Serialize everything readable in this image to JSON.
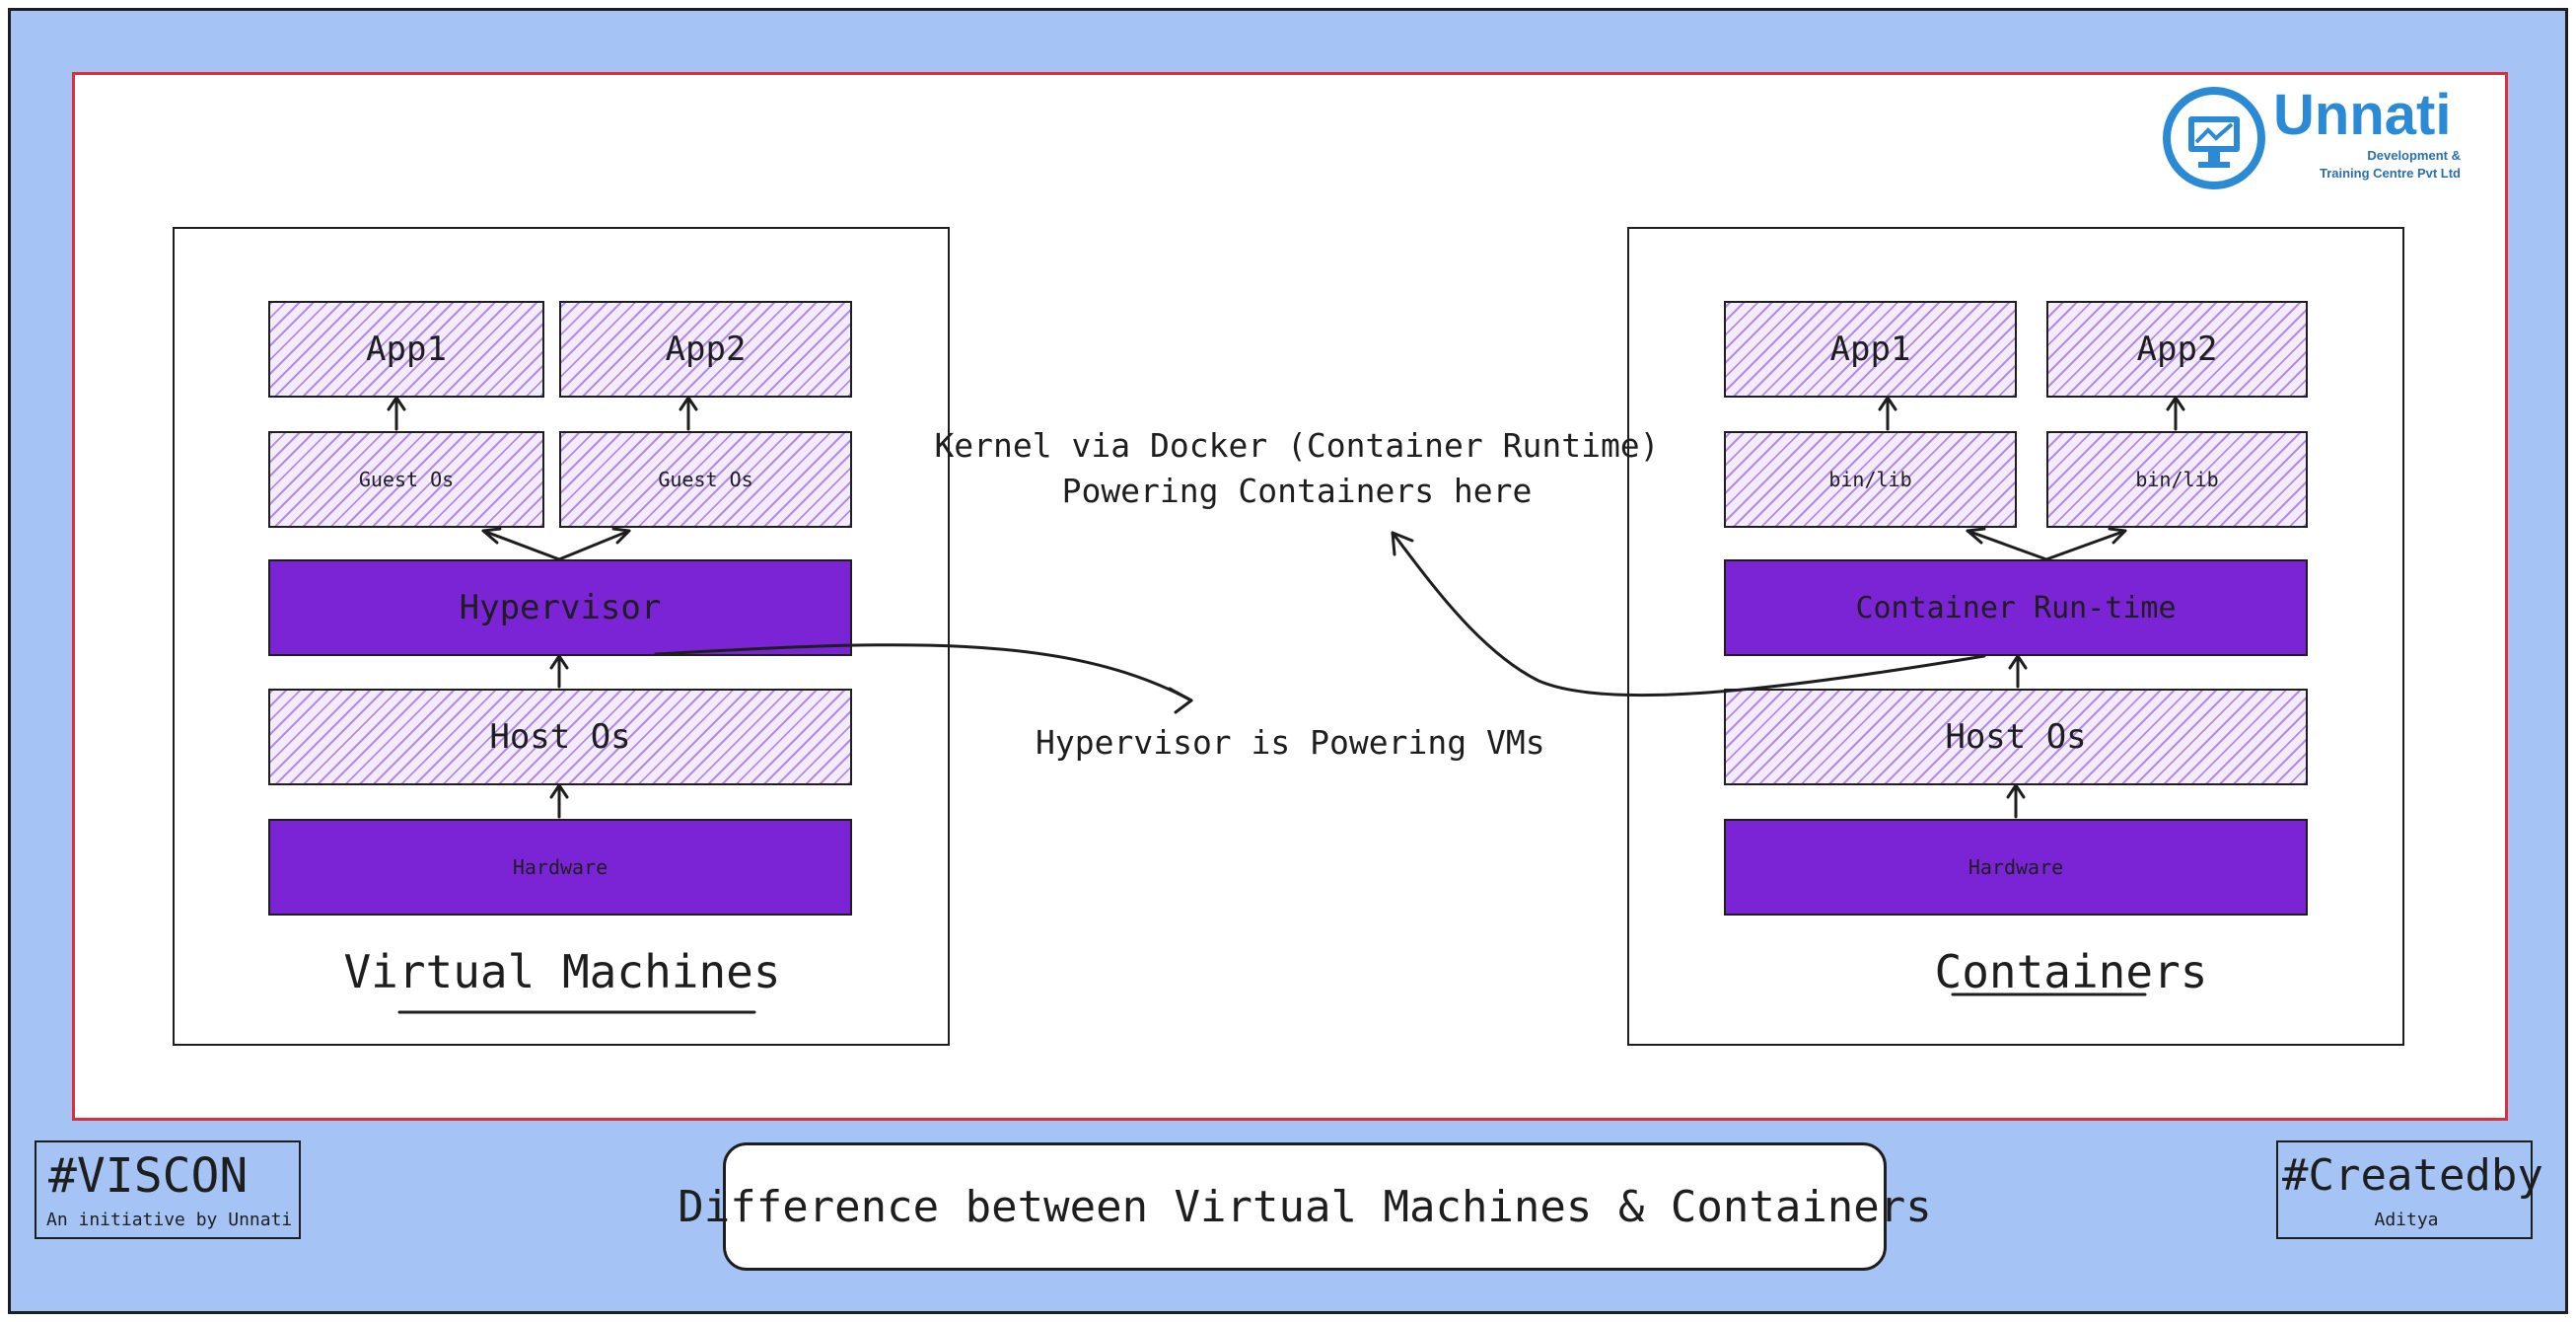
{
  "logo": {
    "name": "Unnati",
    "line1": "Development &",
    "line2": "Training Centre Pvt Ltd"
  },
  "vm": {
    "title": "Virtual Machines",
    "app1": "App1",
    "app2": "App2",
    "guest_os_1": "Guest Os",
    "guest_os_2": "Guest Os",
    "hypervisor": "Hypervisor",
    "host_os": "Host Os",
    "hardware": "Hardware"
  },
  "containers": {
    "title": "Containers",
    "app1": "App1",
    "app2": "App2",
    "binlib_1": "bin/lib",
    "binlib_2": "bin/lib",
    "runtime": "Container Run-time",
    "host_os": "Host Os",
    "hardware": "Hardware"
  },
  "annotations": {
    "kernel_line1": "Kernel via Docker (Container Runtime)",
    "kernel_line2": "Powering Containers here",
    "hypervisor_note": "Hypervisor is Powering VMs"
  },
  "footer": {
    "hashtag": "#VISCON",
    "initiative": "An initiative by Unnati",
    "main_title": "Difference between Virtual Machines & Containers",
    "created_by": "#Createdby",
    "author": "Aditya"
  },
  "colors": {
    "frame_bg": "#a5c4f5",
    "canvas_border": "#d9303a",
    "solid_purple": "#7a24d6",
    "hatch_purple": "#b58ae8",
    "logo_blue": "#2a8ad6"
  }
}
